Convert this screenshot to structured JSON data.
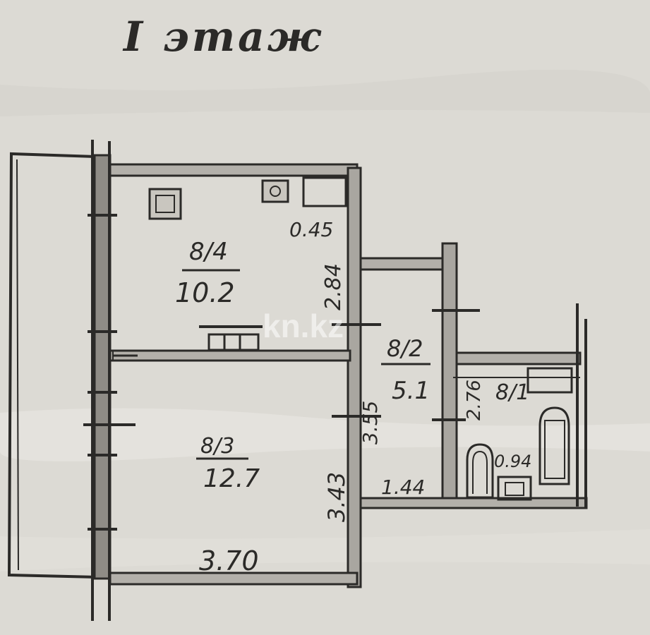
{
  "title": "I этаж",
  "watermark": "kn.kz",
  "rooms": [
    {
      "id": "room-a",
      "code": "8/4",
      "area": "10.2"
    },
    {
      "id": "room-b",
      "code": "8/3",
      "area": "12.7"
    },
    {
      "id": "room-c",
      "code": "8/2",
      "area": "5.1"
    },
    {
      "id": "room-d",
      "code": "8/1",
      "area": ""
    }
  ],
  "dimensions": {
    "niche_depth": "0.45",
    "room_a_height": "2.84",
    "room_b_height": "3.43",
    "room_b_width": "3.70",
    "room_c_height": "3.55",
    "room_c_width": "1.44",
    "room_d_height": "2.76",
    "room_d_width": "0.94"
  },
  "colors": {
    "paper": "#dcdad4",
    "ink": "#2b2a28",
    "wall_fill": "#8f8c86"
  }
}
